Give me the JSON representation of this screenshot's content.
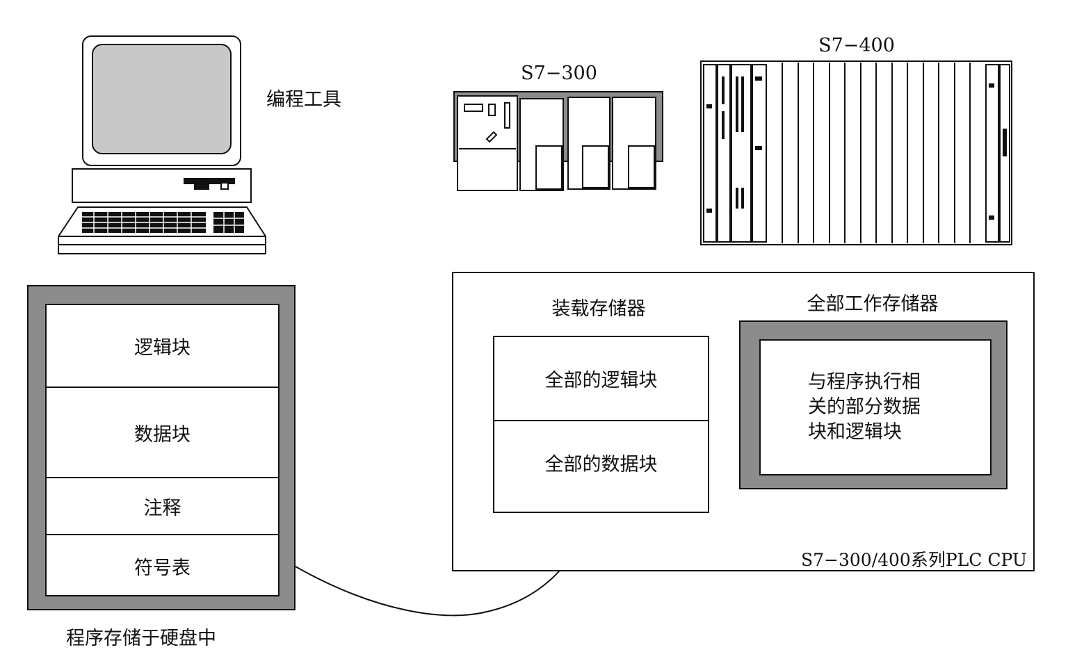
{
  "labels": {
    "programming_tool": "编程工具",
    "s7_300": "S7−300",
    "s7_400": "S7−400",
    "program_on_disk": "程序存储于硬盘中",
    "load_memory": "装载存储器",
    "work_memory": "全部工作存储器",
    "cpu_caption": "S7−300/400系列PLC CPU"
  },
  "disk_blocks": [
    "逻辑块",
    "数据块",
    "注释",
    "符号表"
  ],
  "load_memory_blocks": [
    "全部的逻辑块",
    "全部的数据块"
  ],
  "work_memory_text": [
    "与程序执行相",
    "关的部分数据",
    "块和逻辑块"
  ],
  "colors": {
    "frame_gray": "#8c8c8c",
    "screen_gray": "#c8c8c8",
    "line": "#111111"
  }
}
